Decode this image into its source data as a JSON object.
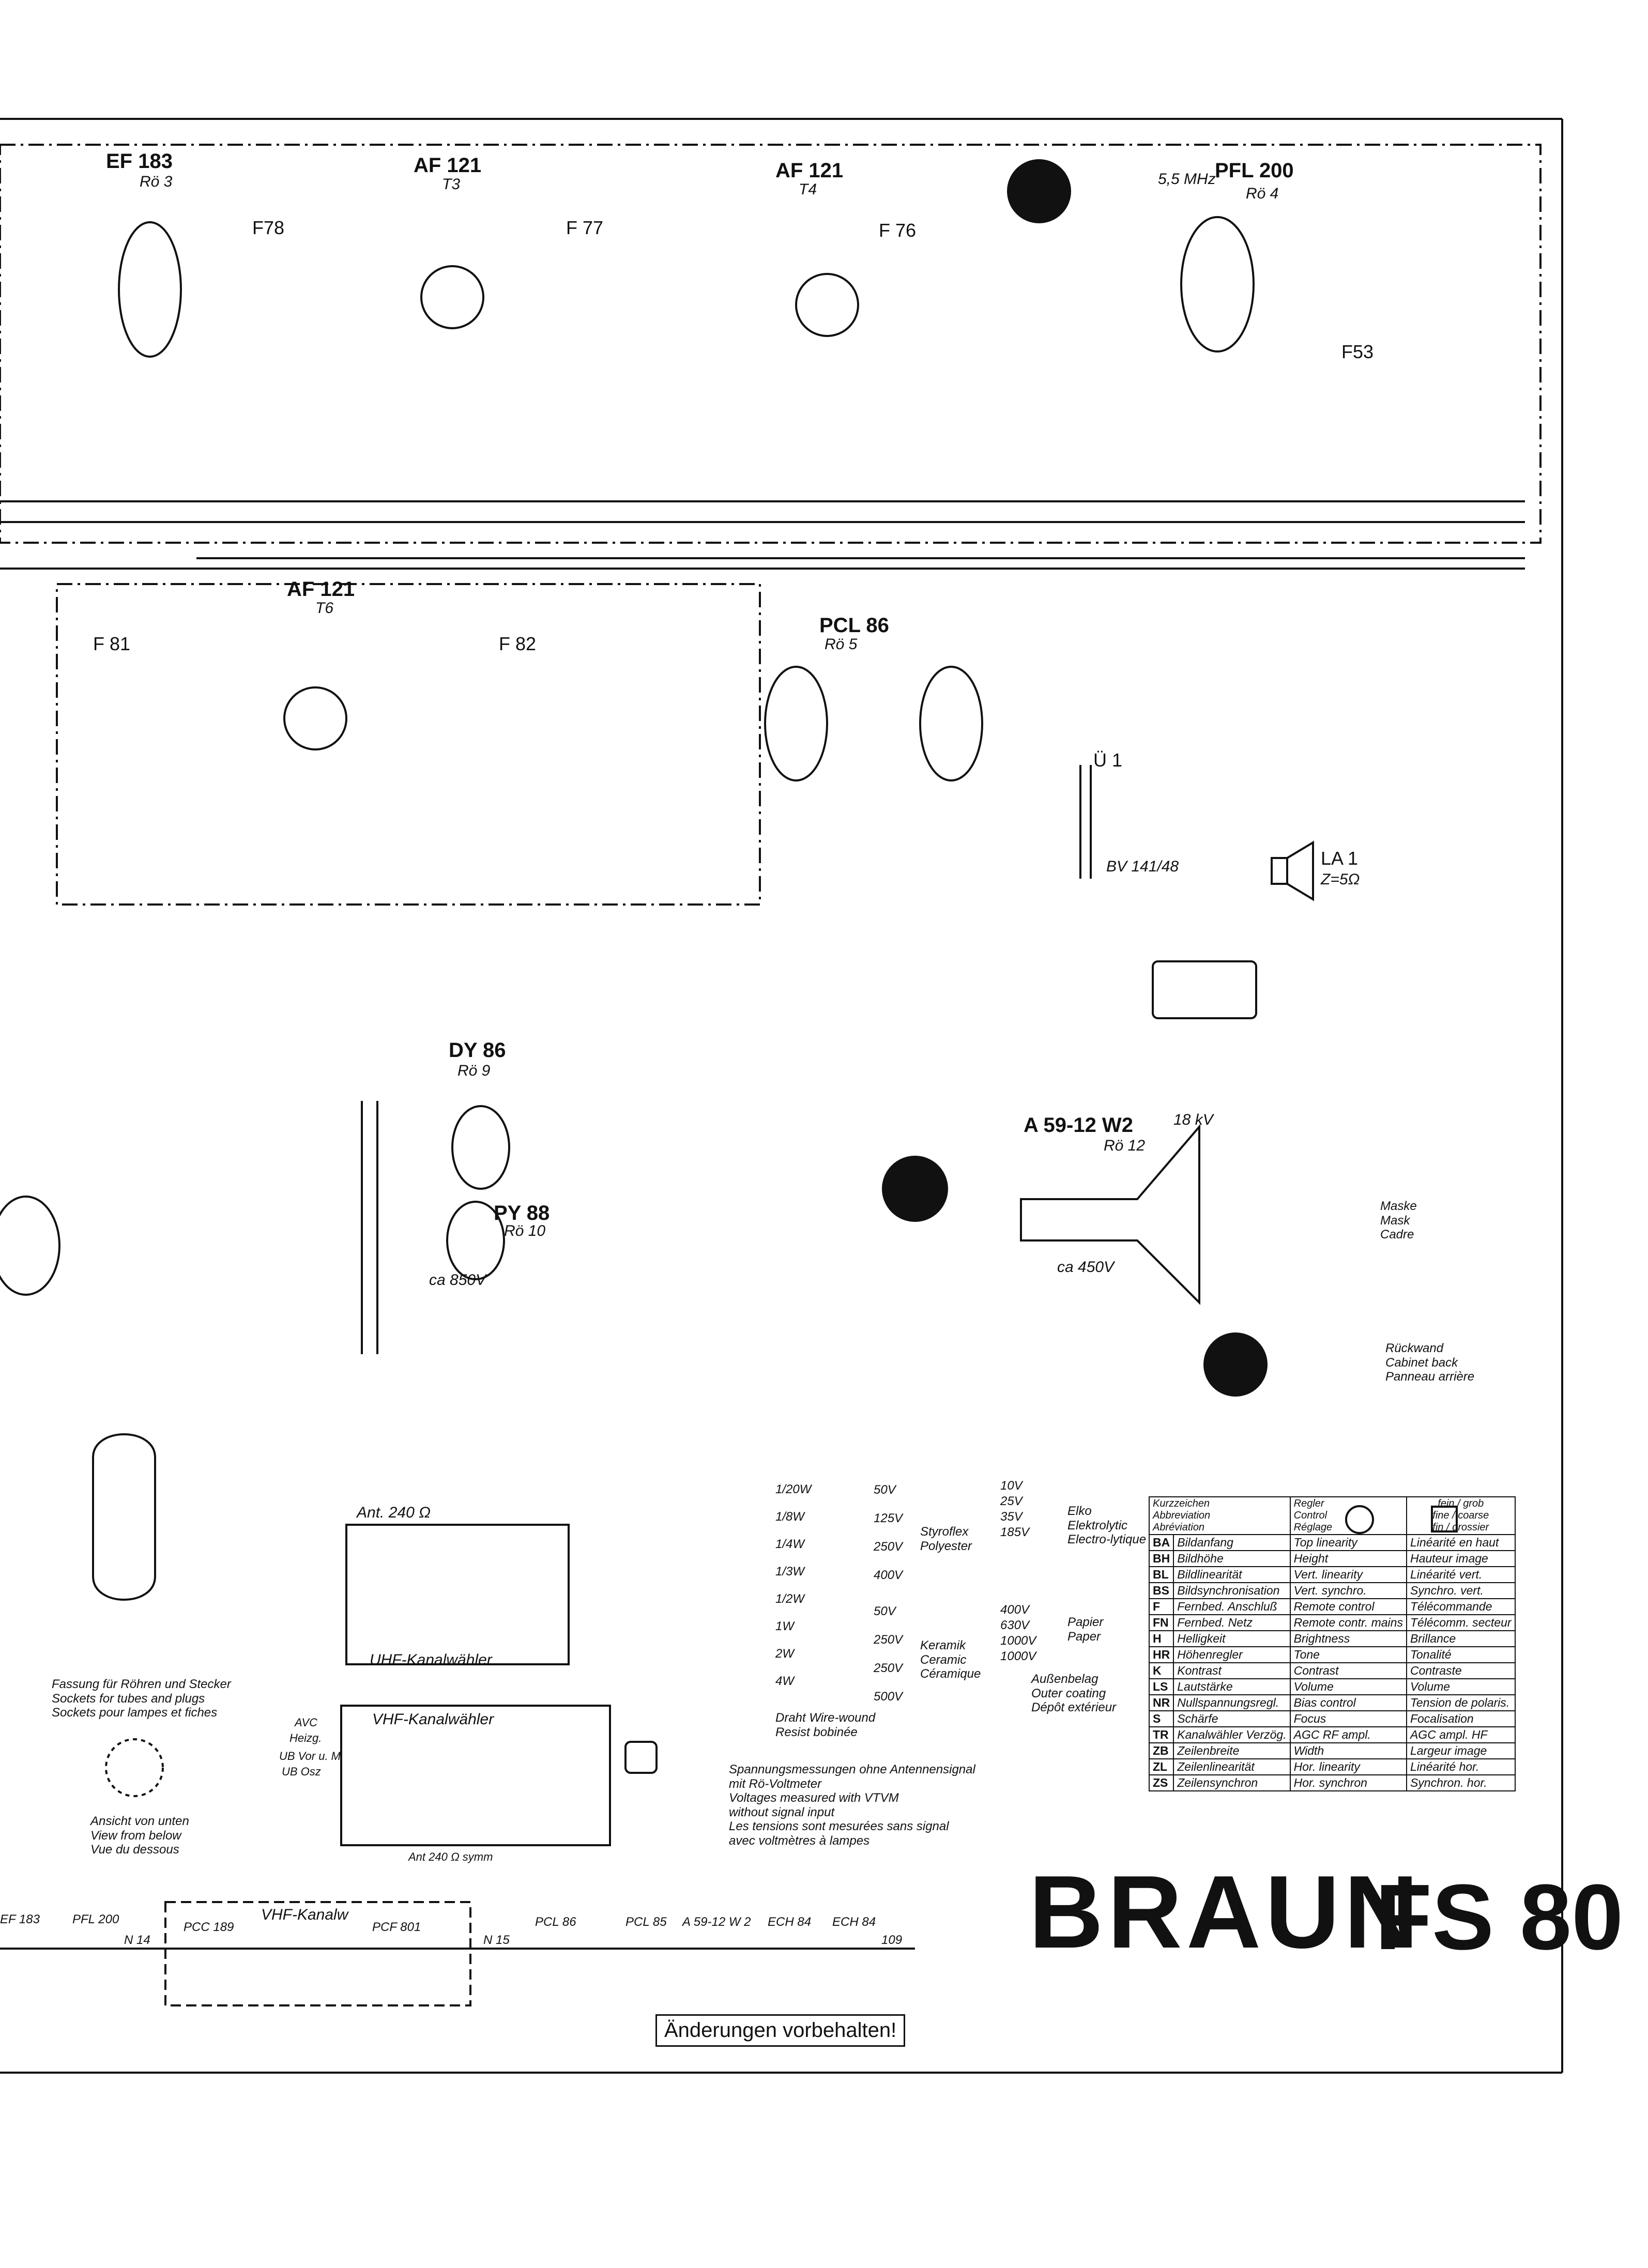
{
  "tubes": {
    "ef183": {
      "name": "EF 183",
      "sub": "Rö 3"
    },
    "af121_t3": {
      "name": "AF 121",
      "sub": "T3"
    },
    "af121_t4": {
      "name": "AF 121",
      "sub": "T4"
    },
    "pfl200": {
      "name": "PFL 200",
      "sub": "Rö 4"
    },
    "af121_t6": {
      "name": "AF 121",
      "sub": "T6"
    },
    "pcl86": {
      "name": "PCL 86",
      "sub": "Rö 5"
    },
    "dy86": {
      "name": "DY 86",
      "sub": "Rö 9"
    },
    "py88": {
      "name": "PY 88",
      "sub": "Rö 10"
    },
    "crt": {
      "name": "A 59-12 W2",
      "sub": "Rö 12"
    }
  },
  "filters": {
    "f78": "F78",
    "f77": "F 77",
    "f76": "F 76",
    "f81": "F 81",
    "f82": "F 82",
    "f53": "F53"
  },
  "freq_label": "5,5 MHz",
  "speaker": {
    "name": "LA 1",
    "impedance": "Z=5Ω"
  },
  "transformer": {
    "name": "Ü 1",
    "code": "BV 141/48"
  },
  "mask_label": [
    "Maske",
    "Mask",
    "Cadre"
  ],
  "back_label": [
    "Rückwand",
    "Cabinet back",
    "Panneau arrière"
  ],
  "hv_label": "18 kV",
  "crt_voltage": "ca 450V",
  "defl_voltage": "ca 850V",
  "uhf_tuner": {
    "label": "UHF-Kanalwähler",
    "ant": "Ant. 240 Ω"
  },
  "vhf_tuner": {
    "label": "VHF-Kanalwähler",
    "pins": [
      "AVC",
      "Heizg.",
      "UB Vor u. M",
      "UB Osz"
    ],
    "ant": "Ant 240 Ω symm"
  },
  "sockets_note": [
    "Fassung für Röhren und Stecker",
    "Sockets for tubes and plugs",
    "Sockets pour lampes et fiches"
  ],
  "view_note": [
    "Ansicht von unten",
    "View from below",
    "Vue du dessous"
  ],
  "component_key": {
    "resistors": [
      "1/20W",
      "1/8W",
      "1/4W",
      "1/3W",
      "1/2W",
      "1W",
      "2W",
      "4W"
    ],
    "wire_wound": [
      "Draht",
      "Wire-wound",
      "Resist bobinée"
    ],
    "styroflex": [
      "50V",
      "125V",
      "250V",
      "400V"
    ],
    "styroflex_label": [
      "Styroflex",
      "Polyester"
    ],
    "ceramic": [
      "50V",
      "250V",
      "250V",
      "500V"
    ],
    "ceramic_label": [
      "Keramik",
      "Ceramic",
      "Céramique"
    ],
    "elko": [
      "10V",
      "25V",
      "35V",
      "185V"
    ],
    "elko_label": [
      "Elko",
      "Elektrolytic",
      "Electro-lytique"
    ],
    "paper": [
      "400V",
      "630V",
      "1000V",
      "1000V"
    ],
    "paper_label": [
      "Papier",
      "Paper"
    ],
    "outer": [
      "Außenbelag",
      "Outer coating",
      "Dépôt extérieur"
    ]
  },
  "measure_note": [
    "Spannungsmessungen ohne Antennensignal",
    "mit Rö-Voltmeter",
    "Voltages measured with VTVM",
    "without signal input",
    "Les tensions sont mesurées sans signal",
    "avec voltmètres à lampes"
  ],
  "legend": {
    "head": [
      [
        "Kurzzeichen",
        "Abbreviation",
        "Abréviation"
      ],
      [
        "Regler",
        "Control",
        "Réglage"
      ],
      [
        "fein",
        "fine",
        "fin"
      ],
      [
        "grob",
        "coarse",
        "grossier"
      ]
    ],
    "rows": [
      [
        "BA",
        "Bildanfang",
        "Top linearity",
        "Linéarité en haut"
      ],
      [
        "BH",
        "Bildhöhe",
        "Height",
        "Hauteur image"
      ],
      [
        "BL",
        "Bildlinearität",
        "Vert. linearity",
        "Linéarité vert."
      ],
      [
        "BS",
        "Bildsynchronisation",
        "Vert. synchro.",
        "Synchro. vert."
      ],
      [
        "F",
        "Fernbed. Anschluß",
        "Remote control",
        "Télécommande"
      ],
      [
        "FN",
        "Fernbed. Netz",
        "Remote contr. mains",
        "Télécomm. secteur"
      ],
      [
        "H",
        "Helligkeit",
        "Brightness",
        "Brillance"
      ],
      [
        "HR",
        "Höhenregler",
        "Tone",
        "Tonalité"
      ],
      [
        "K",
        "Kontrast",
        "Contrast",
        "Contraste"
      ],
      [
        "LS",
        "Lautstärke",
        "Volume",
        "Volume"
      ],
      [
        "NR",
        "Nullspannungsregl.",
        "Bias control",
        "Tension de polaris."
      ],
      [
        "S",
        "Schärfe",
        "Focus",
        "Focalisation"
      ],
      [
        "TR",
        "Kanalwähler Verzög.",
        "AGC RF ampl.",
        "AGC ampl. HF"
      ],
      [
        "ZB",
        "Zeilenbreite",
        "Width",
        "Largeur image"
      ],
      [
        "ZL",
        "Zeilenlinearität",
        "Hor. linearity",
        "Linéarité hor."
      ],
      [
        "ZS",
        "Zeilensynchron",
        "Hor. synchron",
        "Synchron. hor."
      ]
    ]
  },
  "heater_chain": {
    "label": "VHF-Kanalw",
    "tubes": [
      "EF 183",
      "PFL 200",
      "PCC 189",
      "PCF 801",
      "PCL 86",
      "PCL 85",
      "A 59-12 W 2",
      "ECH 84",
      "ECH 84"
    ],
    "nodes": [
      "N 14",
      "N 15",
      "109"
    ]
  },
  "brand": "BRAUN",
  "model": "FS 80",
  "notice": "Änderungen vorbehalten!"
}
